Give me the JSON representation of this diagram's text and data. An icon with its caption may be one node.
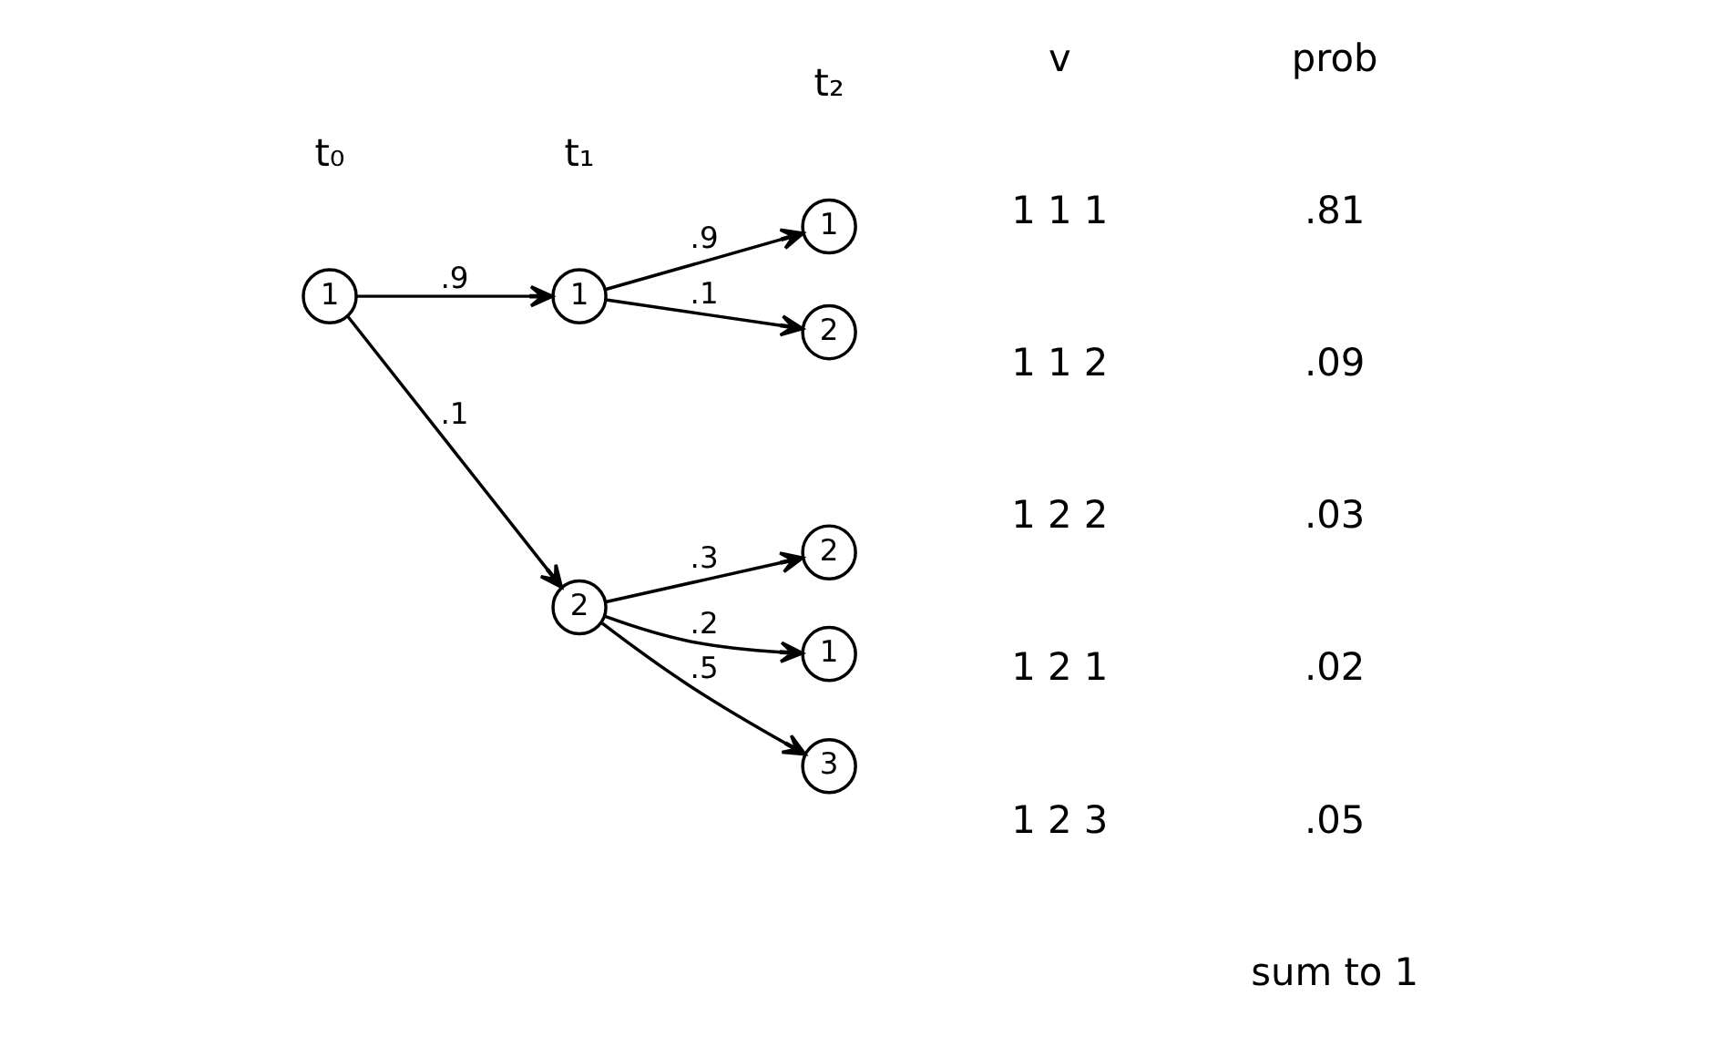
{
  "diagram": {
    "nodes": [
      {
        "text": [
          "1"
        ]
      },
      {
        "text": [
          "1"
        ]
      },
      {
        "text": [
          "2"
        ]
      },
      {
        "text": [
          "1"
        ]
      },
      {
        "text": [
          "2"
        ]
      },
      {
        "text": [
          "2"
        ]
      },
      {
        "text": [
          "1"
        ]
      },
      {
        "text": [
          "3"
        ]
      }
    ],
    "edges": [
      {
        "from": 0,
        "to": 1,
        "arrow": "to",
        "label": ".9"
      },
      {
        "from": 0,
        "to": 2,
        "arrow": "to",
        "label": ".1"
      },
      {
        "from": 1,
        "to": 3,
        "arrow": "to",
        "label": ".9"
      },
      {
        "from": 1,
        "to": 4,
        "arrow": "to",
        "label": ".1"
      },
      {
        "from": 2,
        "to": 5,
        "arrow": "to",
        "label": ".3"
      },
      {
        "from": 2,
        "to": 6,
        "arrow": "to",
        "label": ".2"
      },
      {
        "from": 2,
        "to": 7,
        "arrow": "to",
        "label": ".5"
      }
    ],
    "labels": [
      "t₀",
      "t₁",
      "t₂",
      "v",
      "prob",
      "1 1 1",
      ".81",
      "1 1 2",
      ".09",
      "1 2 2",
      ".03",
      "1 2 1",
      ".02",
      "1 2 3",
      ".05",
      "sum to 1"
    ]
  }
}
